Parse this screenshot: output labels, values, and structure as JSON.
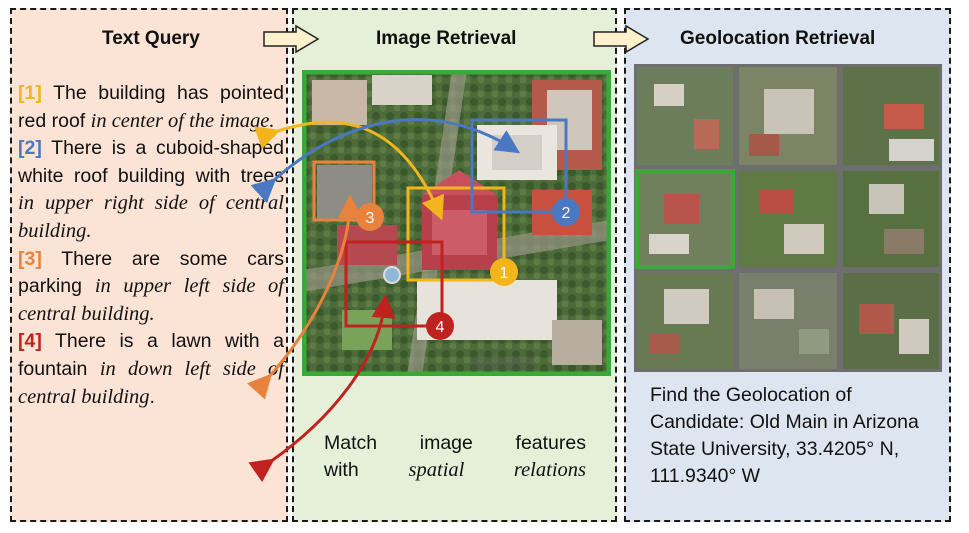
{
  "panels": {
    "text_query": {
      "title": "Text Query"
    },
    "image_retrieval": {
      "title": "Image Retrieval"
    },
    "geolocation_retrieval": {
      "title": "Geolocation Retrieval"
    }
  },
  "queries": [
    {
      "num": "[1]",
      "plain": "The building has pointed red roof ",
      "italic": "in center of the image.",
      "color": "#f2b51c"
    },
    {
      "num": "[2]",
      "plain": "There is a cuboid-shaped white roof building with trees ",
      "italic": "in upper right side of central building.",
      "color": "#4a78c2"
    },
    {
      "num": "[3]",
      "plain": "There are some cars parking ",
      "italic": "in upper left side of central building.",
      "color": "#e8823c"
    },
    {
      "num": "[4]",
      "plain": "There is a lawn with a fountain ",
      "italic": "in down left side of central building",
      "tail": ".",
      "color": "#c0221f"
    }
  ],
  "image_retrieval": {
    "badges": [
      "1",
      "2",
      "3",
      "4"
    ],
    "caption_plain_1": "Match image features",
    "caption_plain_2": "with ",
    "caption_italic": "spatial relations"
  },
  "geolocation": {
    "caption": "Find the Geolocation of Candidate: Old Main in Arizona State University, 33.4205° N, 111.9340° W"
  },
  "colors": {
    "text_panel_bg": "#fbe3d6",
    "image_panel_bg": "#e6f0d9",
    "geo_panel_bg": "#dde6f0",
    "match_green": "#3aa935",
    "query1": "#f2b51c",
    "query2": "#4a78c2",
    "query3": "#e8823c",
    "query4": "#c0221f",
    "flow_arrow_fill": "#fdf2cc"
  }
}
